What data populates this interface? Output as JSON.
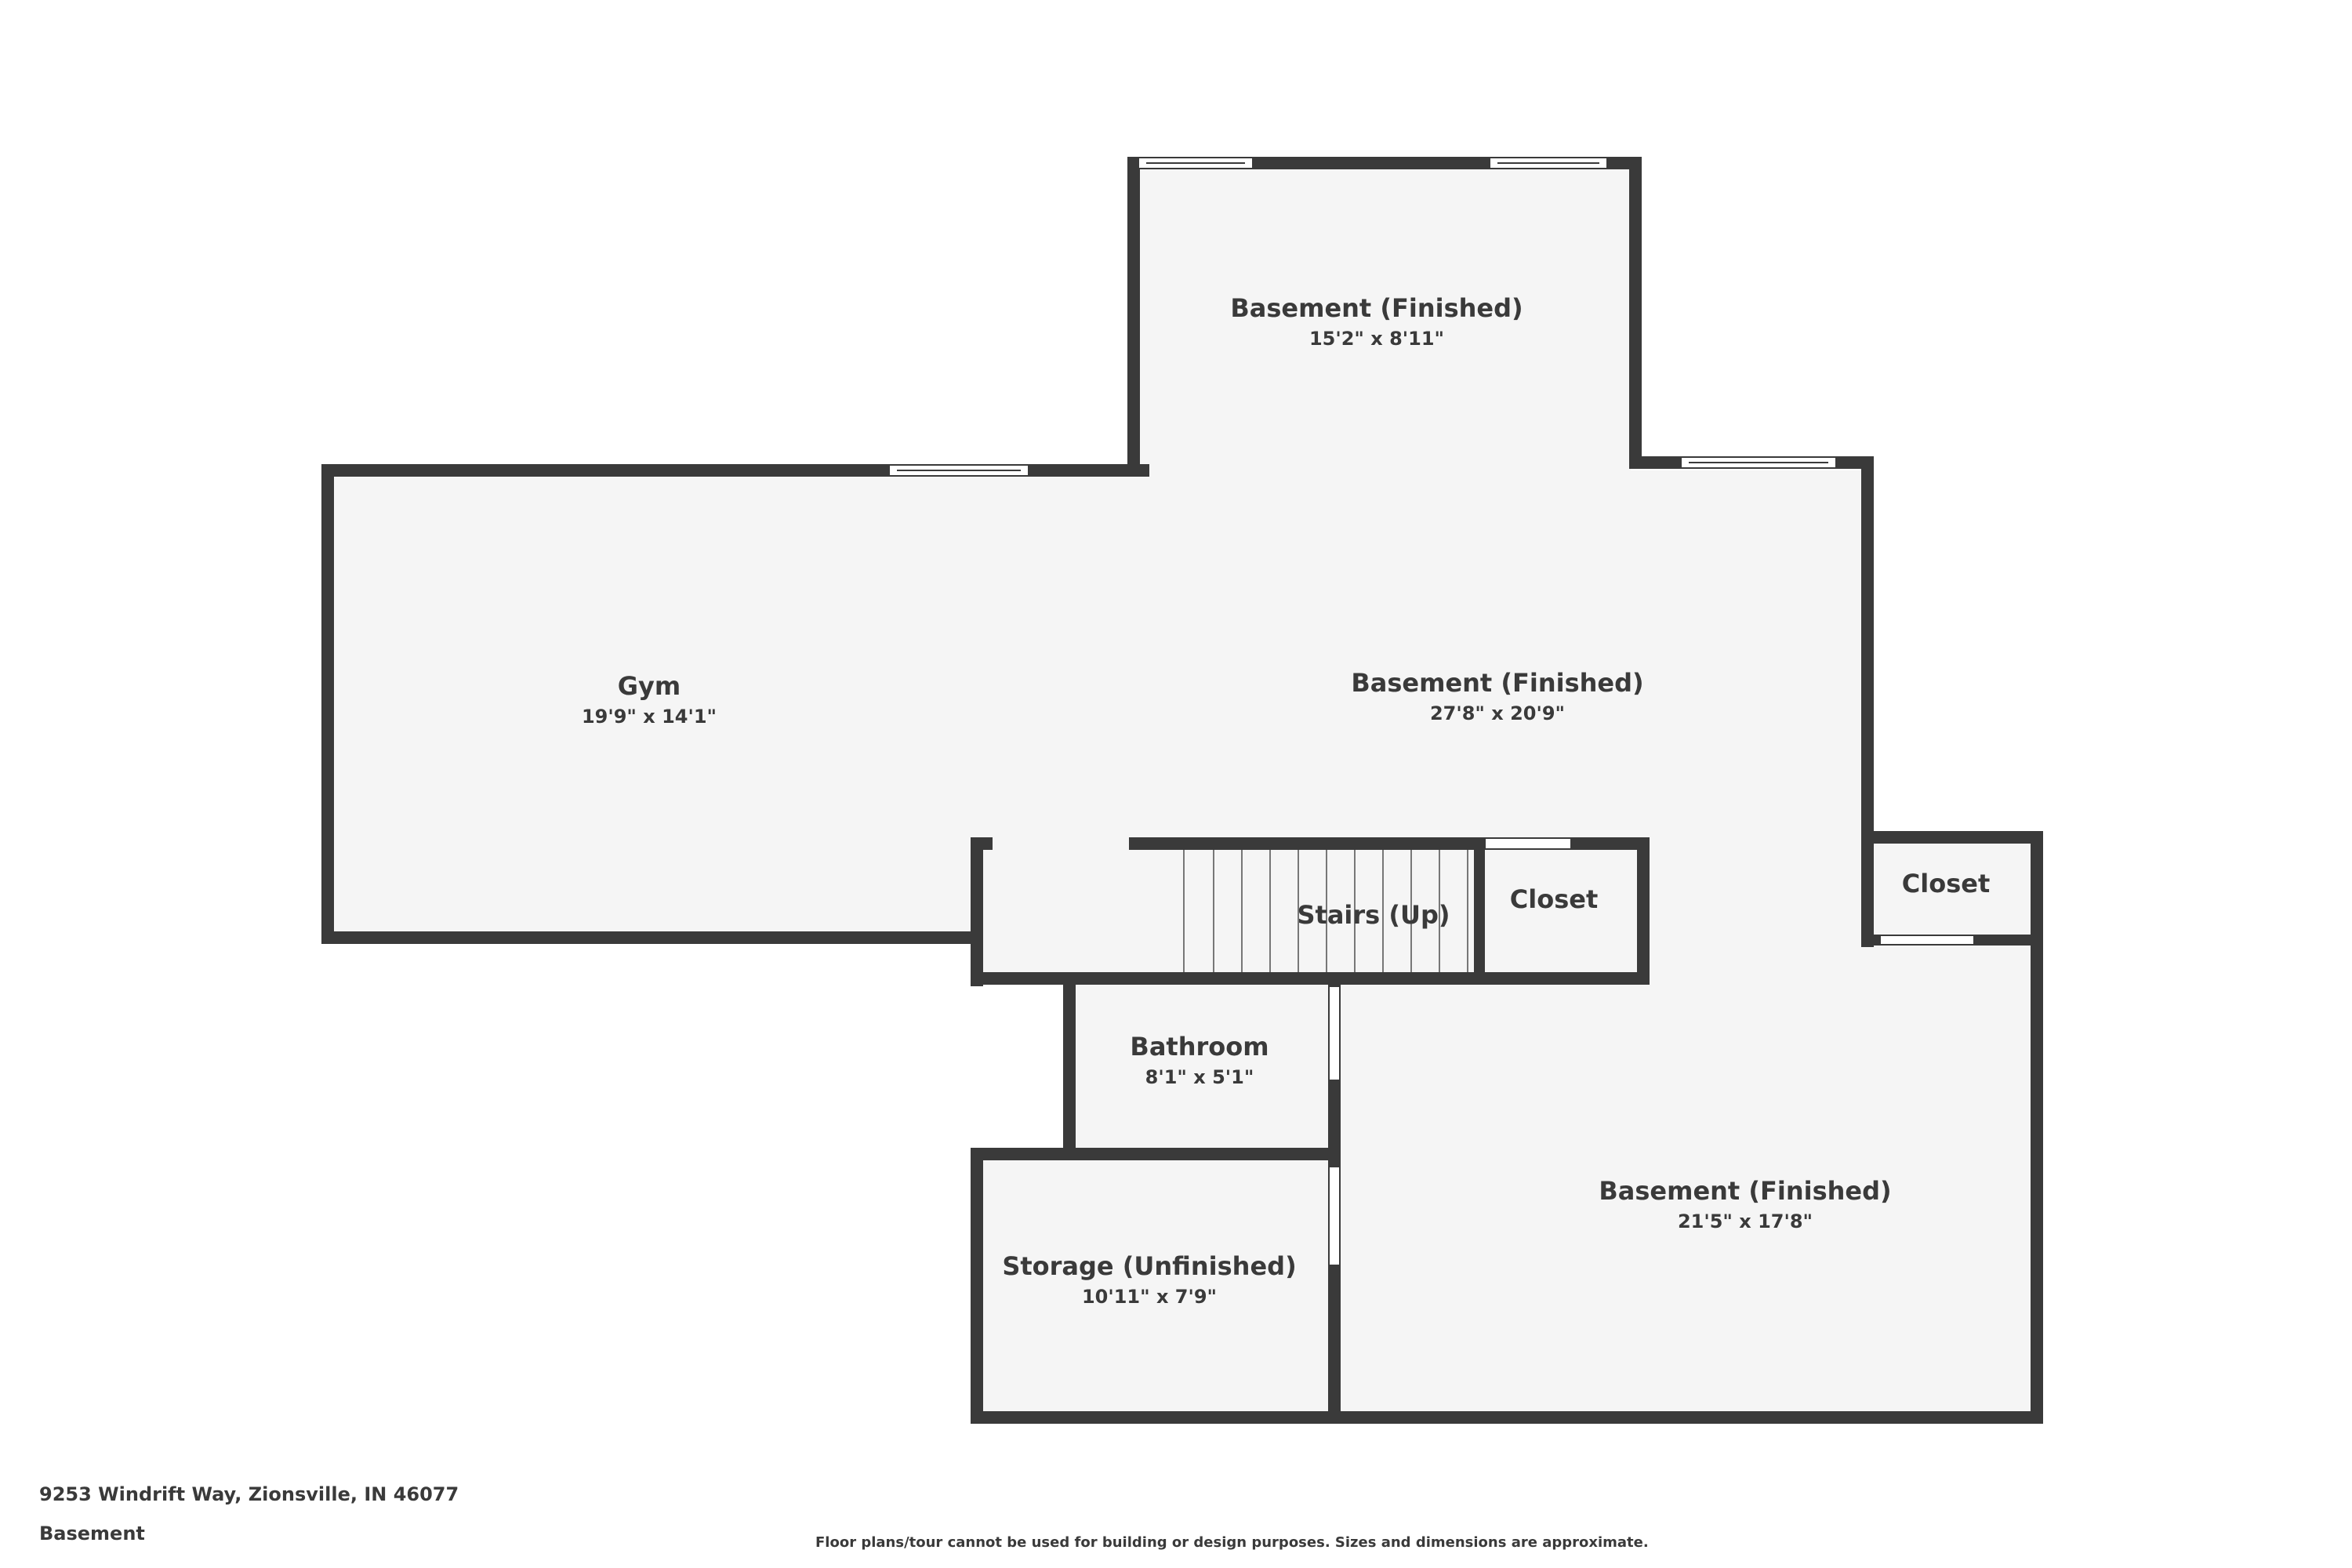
{
  "rooms": [
    {
      "id": "basement-upper",
      "name": "Basement (Finished)",
      "dim": "15'2\" x 8'11\""
    },
    {
      "id": "gym",
      "name": "Gym",
      "dim": "19'9\" x 14'1\""
    },
    {
      "id": "basement-main",
      "name": "Basement (Finished)",
      "dim": "27'8\" x 20'9\""
    },
    {
      "id": "stairs",
      "name": "Stairs (Up)",
      "dim": ""
    },
    {
      "id": "closet-center",
      "name": "Closet",
      "dim": ""
    },
    {
      "id": "closet-right",
      "name": "Closet",
      "dim": ""
    },
    {
      "id": "bathroom",
      "name": "Bathroom",
      "dim": "8'1\" x 5'1\""
    },
    {
      "id": "storage",
      "name": "Storage (Unfinished)",
      "dim": "10'11\" x 7'9\""
    },
    {
      "id": "basement-lower",
      "name": "Basement (Finished)",
      "dim": "21'5\" x 17'8\""
    }
  ],
  "footer": {
    "address": "9253 Windrift Way, Zionsville, IN 46077",
    "floor": "Basement",
    "disclaimer": "Floor plans/tour cannot be used for building or design purposes. Sizes and dimensions are approximate."
  },
  "colors": {
    "wall": "#3a3a3a",
    "floor": "#f5f5f5",
    "text": "#3a3a3a",
    "window": "#ffffff"
  }
}
